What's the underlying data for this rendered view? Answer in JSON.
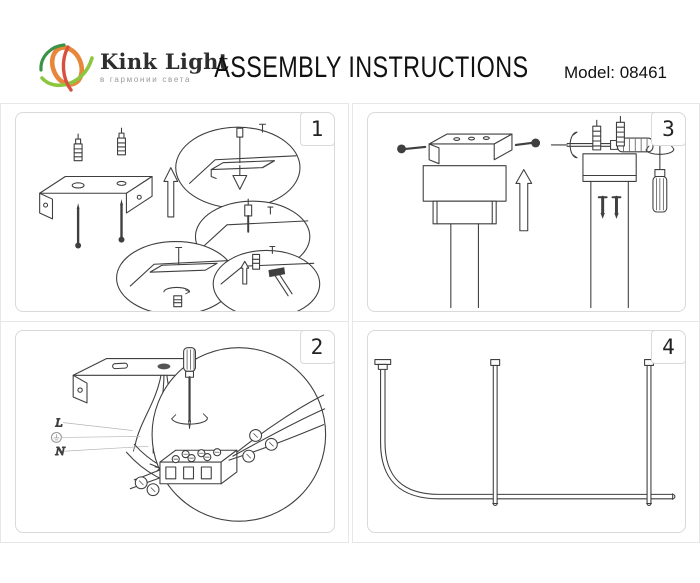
{
  "header": {
    "brand": "Kink Light",
    "tagline": "в гармонии света",
    "title": "ASSEMBLY INSTRUCTIONS",
    "model_label": "Model: 08461"
  },
  "panels": [
    {
      "number": "1",
      "content": "mark-drill-anchor-and-screw-mounting-bracket-to-ceiling"
    },
    {
      "number": "2",
      "content": "connect-supply-wires-to-terminal-block-with-screwdriver"
    },
    {
      "number": "3",
      "content": "fix-canopy-and-rod-sections-with-screws-and-screwdriver"
    },
    {
      "number": "4",
      "content": "assembled-linear-pendant-with-three-rods-and-curved-end"
    }
  ],
  "panel2": {
    "wire_labels": {
      "live": "L",
      "neutral": "N",
      "earth_icon": "earth-ground-symbol"
    }
  },
  "colors": {
    "logo_orange": "#e8863b",
    "logo_green_light": "#8cc63e",
    "logo_green_dark": "#3c9247",
    "logo_red": "#d8503f",
    "panel_border": "#d9d9d9",
    "cell_border": "#e7e7e7",
    "line_art": "#3f3f3f"
  }
}
